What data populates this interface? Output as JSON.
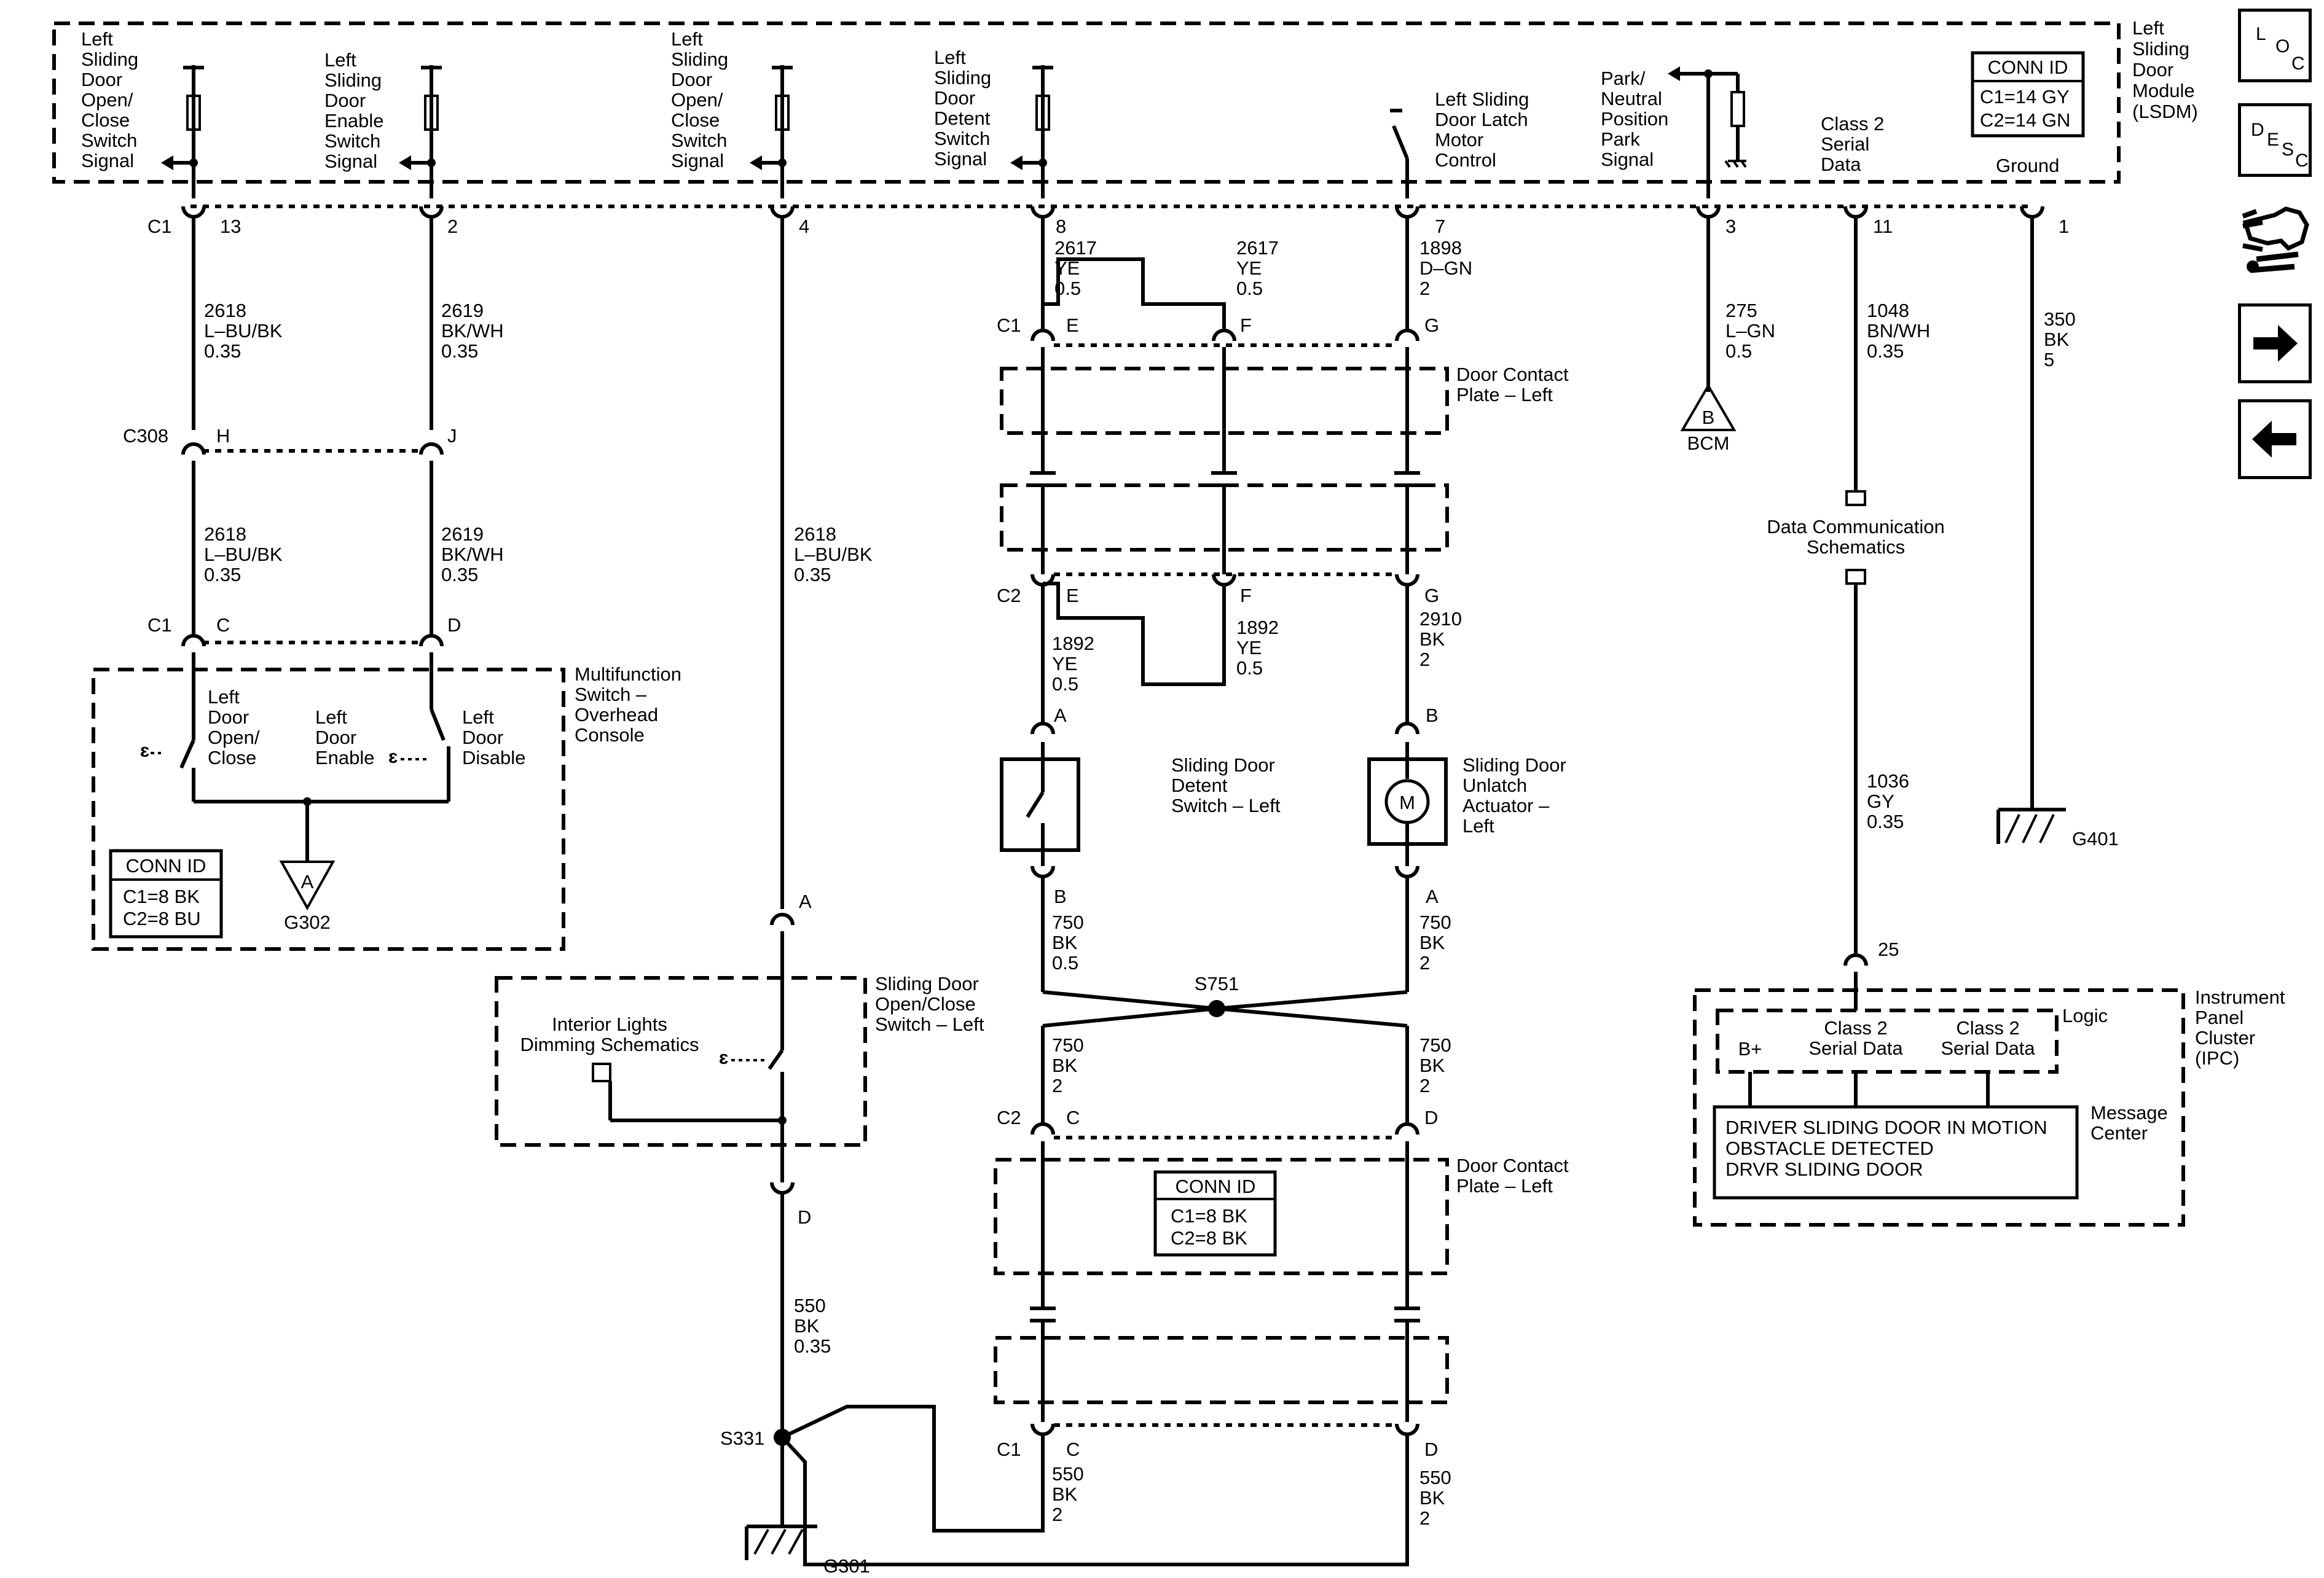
{
  "module": {
    "name": [
      "Left",
      "Sliding",
      "Door",
      "Module",
      "(LSDM)"
    ],
    "conn_title": "CONN ID",
    "conn_c1": "C1=14 GY",
    "conn_c2": "C2=14 GN",
    "c1": "C1",
    "pins": {
      "p13": {
        "num": "13",
        "label": [
          "Left",
          "Sliding",
          "Door",
          "Open/",
          "Close",
          "Switch",
          "Signal"
        ]
      },
      "p2": {
        "num": "2",
        "label": [
          "Left",
          "Sliding",
          "Door",
          "Enable",
          "Switch",
          "Signal"
        ]
      },
      "p4": {
        "num": "4",
        "label": [
          "Left",
          "Sliding",
          "Door",
          "Open/",
          "Close",
          "Switch",
          "Signal"
        ]
      },
      "p8": {
        "num": "8",
        "label": [
          "Left",
          "Sliding",
          "Door",
          "Detent",
          "Switch",
          "Signal"
        ]
      },
      "p7": {
        "num": "7",
        "label": [
          "Left Sliding",
          "Door Latch",
          "Motor",
          "Control"
        ]
      },
      "p3": {
        "num": "3",
        "label": [
          "Park/",
          "Neutral",
          "Position",
          "Park",
          "Signal"
        ]
      },
      "p11": {
        "num": "11",
        "label": [
          "Class 2",
          "Serial",
          "Data"
        ]
      },
      "p1": {
        "num": "1",
        "label": [
          "Ground"
        ]
      }
    }
  },
  "wires": {
    "w2618a": [
      "2618",
      "L–BU/BK",
      "0.35"
    ],
    "w2619a": [
      "2619",
      "BK/WH",
      "0.35"
    ],
    "w2618b": [
      "2618",
      "L–BU/BK",
      "0.35"
    ],
    "w2619b": [
      "2619",
      "BK/WH",
      "0.35"
    ],
    "w2618c": [
      "2618",
      "L–BU/BK",
      "0.35"
    ],
    "w2617a": [
      "2617",
      "YE",
      "0.5"
    ],
    "w2617b": [
      "2617",
      "YE",
      "0.5"
    ],
    "w1898": [
      "1898",
      "D–GN",
      "2"
    ],
    "w275": [
      "275",
      "L–GN",
      "0.5"
    ],
    "w1048": [
      "1048",
      "BN/WH",
      "0.35"
    ],
    "w350": [
      "350",
      "BK",
      "5"
    ],
    "w1892a": [
      "1892",
      "YE",
      "0.5"
    ],
    "w1892b": [
      "1892",
      "YE",
      "0.5"
    ],
    "w2910": [
      "2910",
      "BK",
      "2"
    ],
    "w750a": [
      "750",
      "BK",
      "0.5"
    ],
    "w750b": [
      "750",
      "BK",
      "2"
    ],
    "w750c": [
      "750",
      "BK",
      "2"
    ],
    "w750d": [
      "750",
      "BK",
      "2"
    ],
    "w1036": [
      "1036",
      "GY",
      "0.35"
    ],
    "w550a": [
      "550",
      "BK",
      "0.35"
    ],
    "w550b": [
      "550",
      "BK",
      "2"
    ],
    "w550c": [
      "550",
      "BK",
      "2"
    ]
  },
  "connectors": {
    "c308": "C308",
    "h": "H",
    "j": "J",
    "c1_mfs": "C1",
    "c": "C",
    "d": "D",
    "c1_dcp": "C1",
    "e": "E",
    "f": "F",
    "g": "G",
    "c2_dcp": "C2",
    "e2": "E",
    "f2": "F",
    "g2": "G",
    "a_det": "A",
    "b_unl": "B",
    "b_det": "B",
    "a_unl": "A",
    "a_sw": "A",
    "d_sw": "D",
    "c2_low": "C2",
    "c_low": "C",
    "d_low": "D",
    "c1_low": "C1",
    "c_low2": "C",
    "d_low2": "D",
    "ipc_pin": "25"
  },
  "components": {
    "mfs": {
      "name": [
        "Multifunction",
        "Switch –",
        "Overhead",
        "Console"
      ],
      "sw1": [
        "Left",
        "Door",
        "Open/",
        "Close"
      ],
      "sw2": [
        "Left",
        "Door",
        "Enable"
      ],
      "sw3": [
        "Left",
        "Door",
        "Disable"
      ],
      "conn_title": "CONN ID",
      "conn_c1": "C1=8 BK",
      "conn_c2": "C2=8 BU"
    },
    "dcp_upper": [
      "Door Contact",
      "Plate – Left"
    ],
    "dcp_lower": [
      "Door Contact",
      "Plate – Left"
    ],
    "dcp_conn": {
      "title": "CONN ID",
      "c1": "C1=8 BK",
      "c2": "C2=8 BK"
    },
    "detent": [
      "Sliding Door",
      "Detent",
      "Switch – Left"
    ],
    "unlatch": [
      "Sliding Door",
      "Unlatch",
      "Actuator –",
      "Left"
    ],
    "motor": "M",
    "bcm": "BCM",
    "bcm_tri": "B",
    "g302": "G302",
    "g302_tri": "A",
    "g401": "G401",
    "g301": "G301",
    "s751": "S751",
    "s331": "S331",
    "data_comm": [
      "Data Communication",
      "Schematics"
    ],
    "interior": [
      "Interior Lights",
      "Dimming Schematics"
    ],
    "oc_switch": [
      "Sliding Door",
      "Open/Close",
      "Switch – Left"
    ],
    "ipc": {
      "name": [
        "Instrument",
        "Panel",
        "Cluster",
        "(IPC)"
      ],
      "logic": "Logic",
      "bplus": "B+",
      "class2a": [
        "Class 2",
        "Serial Data"
      ],
      "class2b": [
        "Class 2",
        "Serial Data"
      ],
      "msg_center": [
        "Message",
        "Center"
      ],
      "messages": [
        "DRIVER SLIDING DOOR IN MOTION",
        "OBSTACLE DETECTED",
        "DRVR SLIDING DOOR"
      ]
    }
  },
  "nav": {
    "loc": [
      "L",
      "O",
      "C"
    ],
    "desc": [
      "D",
      "E",
      "S",
      "C"
    ],
    "icons": [
      "wiring-harness-icon",
      "next-arrow-icon",
      "previous-arrow-icon"
    ]
  }
}
